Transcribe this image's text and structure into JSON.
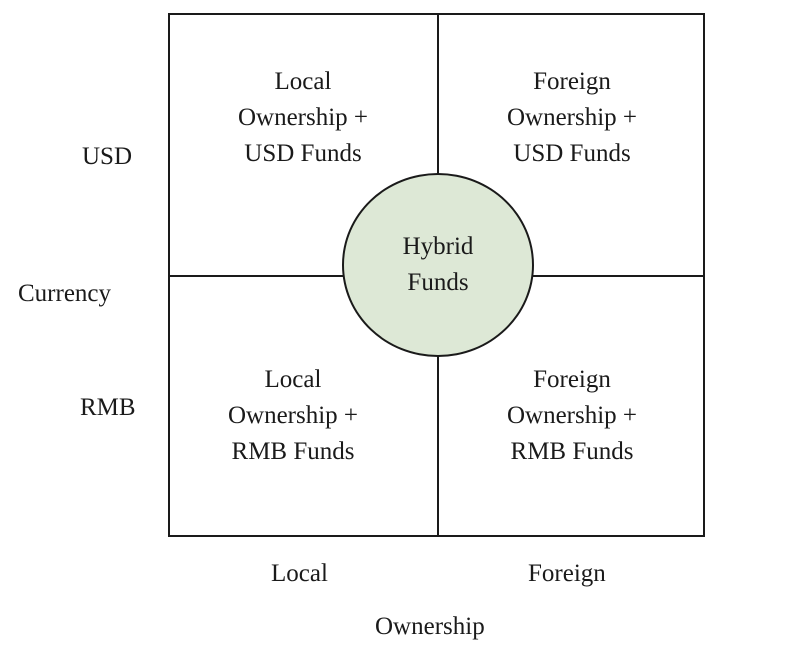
{
  "diagram": {
    "y_axis": {
      "title": "Currency",
      "top_label": "USD",
      "bottom_label": "RMB"
    },
    "x_axis": {
      "title": "Ownership",
      "left_label": "Local",
      "right_label": "Foreign"
    },
    "quadrants": {
      "top_left": {
        "lines": [
          "Local",
          "Ownership +",
          "USD Funds"
        ]
      },
      "top_right": {
        "lines": [
          "Foreign",
          "Ownership +",
          "USD Funds"
        ]
      },
      "bottom_left": {
        "lines": [
          "Local",
          "Ownership +",
          "RMB Funds"
        ]
      },
      "bottom_right": {
        "lines": [
          "Foreign",
          "Ownership +",
          "RMB Funds"
        ]
      }
    },
    "center": {
      "lines": [
        "Hybrid",
        "Funds"
      ],
      "fill_color": "#dde8d6"
    },
    "line_color": "#1a1a1a"
  }
}
